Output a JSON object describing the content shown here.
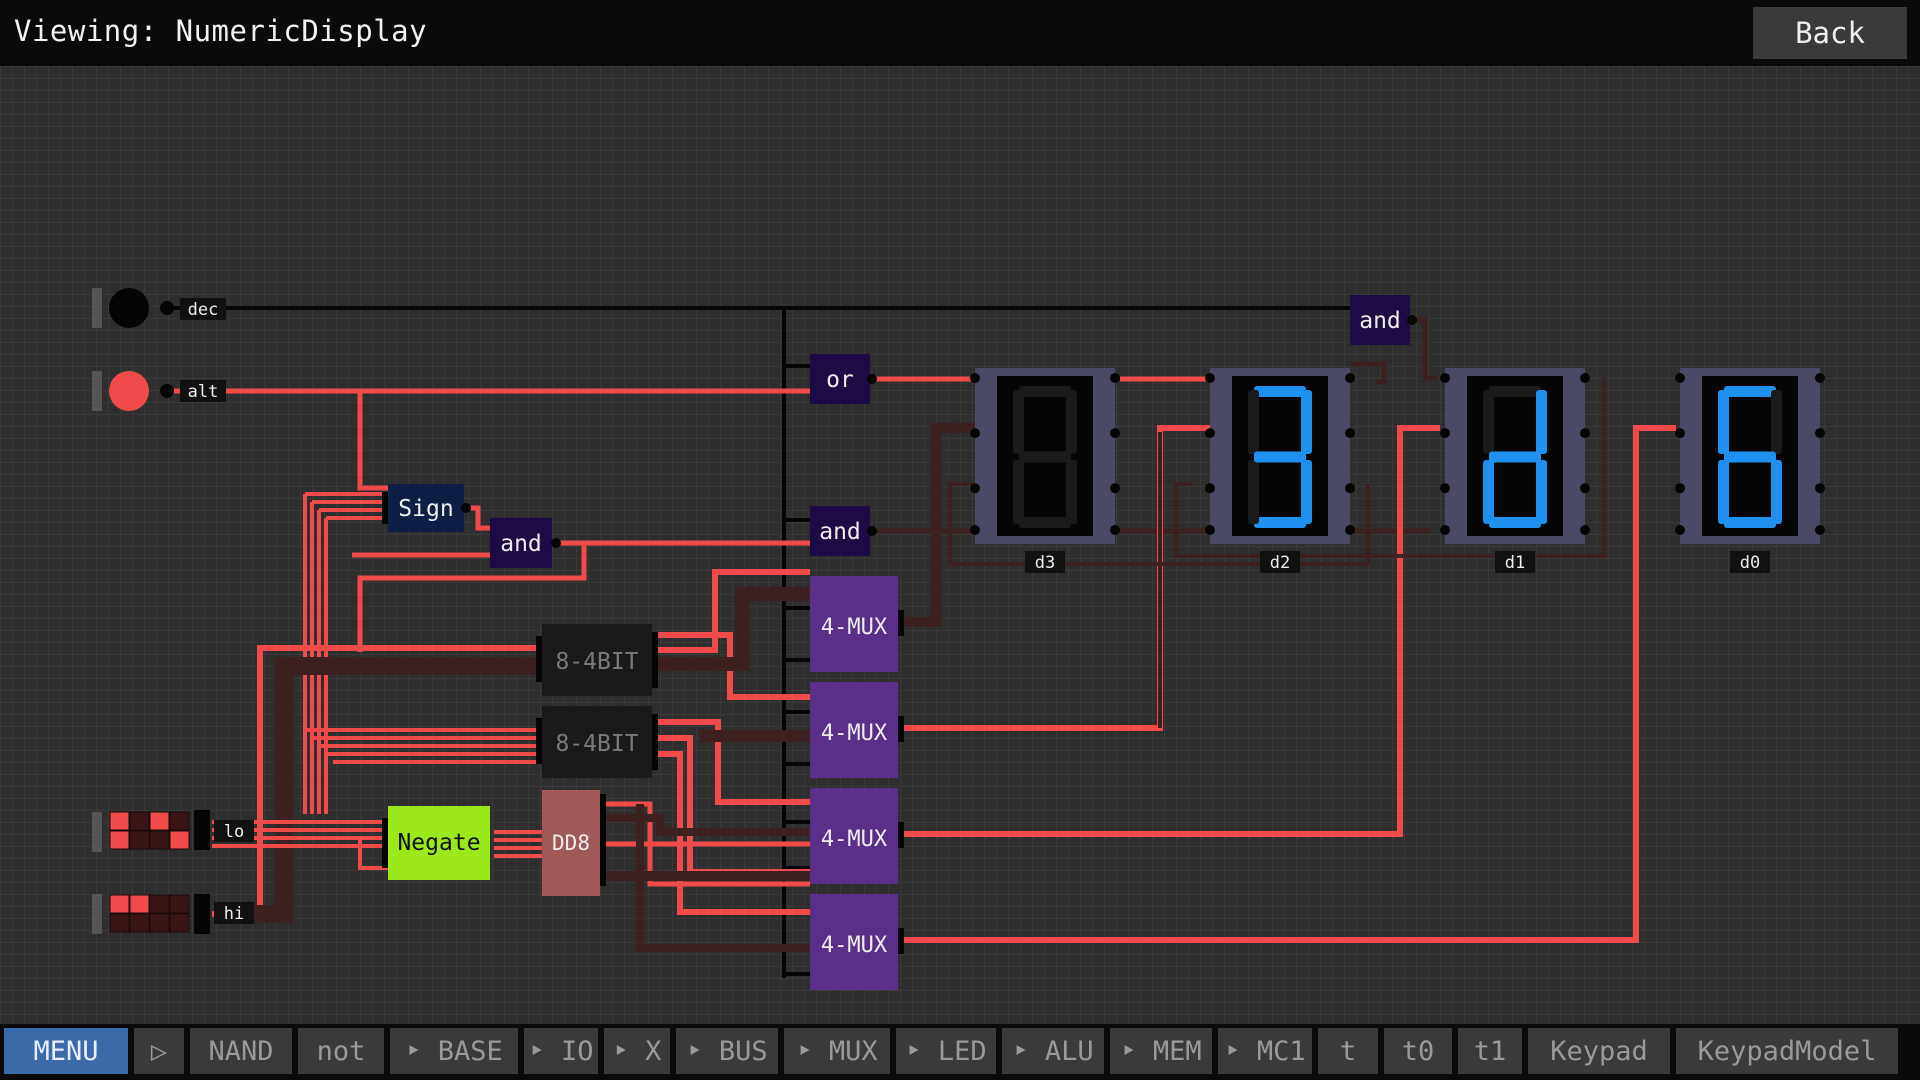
{
  "header": {
    "title": "Viewing: NumericDisplay",
    "back_label": "Back"
  },
  "inputs": [
    {
      "label": "dec",
      "state": "off"
    },
    {
      "label": "alt",
      "state": "on"
    },
    {
      "label": "lo",
      "bits": [
        1,
        0,
        1,
        0,
        1,
        0,
        0,
        1
      ]
    },
    {
      "label": "hi",
      "bits": [
        1,
        1,
        0,
        0,
        0,
        0,
        0,
        0
      ]
    }
  ],
  "gates": {
    "sign": "Sign",
    "and_sign": "and",
    "or_top": "or",
    "and_mid": "and",
    "and_right": "and",
    "split_a": "8-4BIT",
    "split_b": "8-4BIT",
    "negate": "Negate",
    "dd8": "DD8",
    "mux": [
      "4-MUX",
      "4-MUX",
      "4-MUX",
      "4-MUX"
    ]
  },
  "displays": [
    {
      "label": "d3",
      "segments": []
    },
    {
      "label": "d2",
      "segments": [
        "a",
        "b",
        "c",
        "d",
        "g"
      ]
    },
    {
      "label": "d1",
      "segments": [
        "b",
        "c",
        "d",
        "e",
        "g"
      ]
    },
    {
      "label": "d0",
      "segments": [
        "a",
        "c",
        "d",
        "e",
        "f",
        "g"
      ]
    }
  ],
  "colors": {
    "wire_on": "#f04a4a",
    "wire_off": "#3d2020",
    "wire_black": "#050505",
    "gate_dark": "#1e0b45",
    "mux": "#5a2f8a",
    "negate": "#9de81a",
    "dd8": "#a05858",
    "segment_on": "#1e90f0",
    "segment_off": "#1a1a1a",
    "display_frame": "#4a4a66"
  },
  "toolbar": [
    "MENU",
    "▷",
    "NAND",
    "not",
    "‣ BASE",
    "‣ IO",
    "‣ X",
    "‣ BUS",
    "‣ MUX",
    "‣ LED",
    "‣ ALU",
    "‣ MEM",
    "‣ MC1",
    "t",
    "t0",
    "t1",
    "Keypad",
    "KeypadModel"
  ]
}
